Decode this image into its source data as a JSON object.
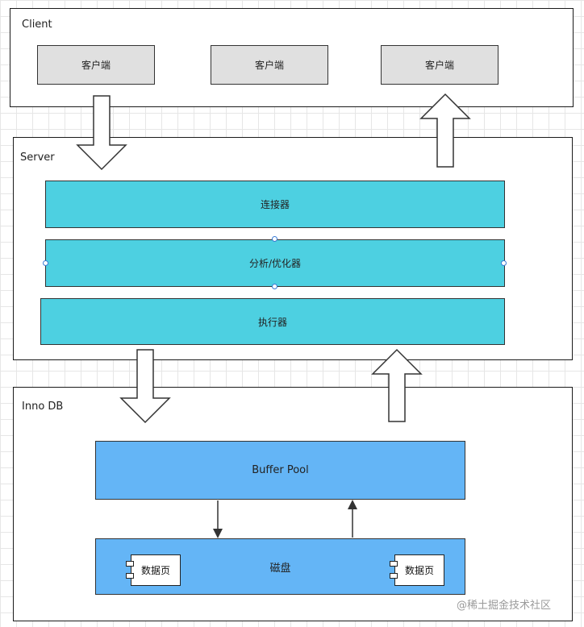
{
  "client": {
    "label": "Client",
    "boxes": [
      "客户端",
      "客户端",
      "客户端"
    ]
  },
  "server": {
    "label": "Server",
    "connector": "连接器",
    "analyzer": "分析/优化器",
    "executor": "执行器"
  },
  "innodb": {
    "label": "Inno DB",
    "buffer_pool": "Buffer Pool",
    "disk": "磁盘",
    "page_left": "数据页",
    "page_right": "数据页"
  },
  "watermark": "@稀土掘金技术社区",
  "colors": {
    "client_box": "#e0e0e0",
    "server_box": "#4dd0e1",
    "innodb_box": "#64b5f6"
  }
}
